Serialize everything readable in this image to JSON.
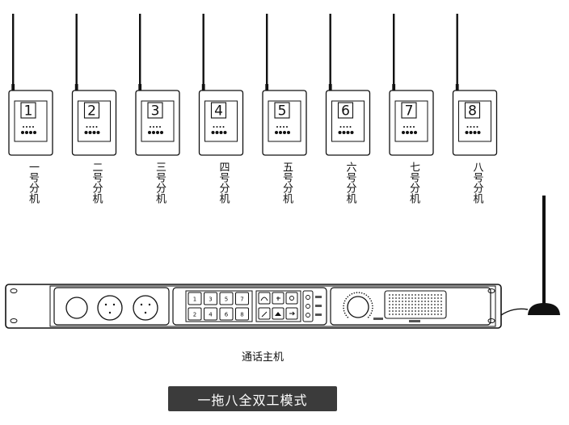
{
  "beltpacks": [
    {
      "number": "1",
      "label": "一号分机"
    },
    {
      "number": "2",
      "label": "二号分机"
    },
    {
      "number": "3",
      "label": "三号分机"
    },
    {
      "number": "4",
      "label": "四号分机"
    },
    {
      "number": "5",
      "label": "五号分机"
    },
    {
      "number": "6",
      "label": "六号分机"
    },
    {
      "number": "7",
      "label": "七号分机"
    },
    {
      "number": "8",
      "label": "八号分机"
    }
  ],
  "host": {
    "label": "通话主机",
    "keypad": [
      "1",
      "3",
      "5",
      "7",
      "2",
      "4",
      "6",
      "8"
    ]
  },
  "mode": "一拖八全双工模式"
}
